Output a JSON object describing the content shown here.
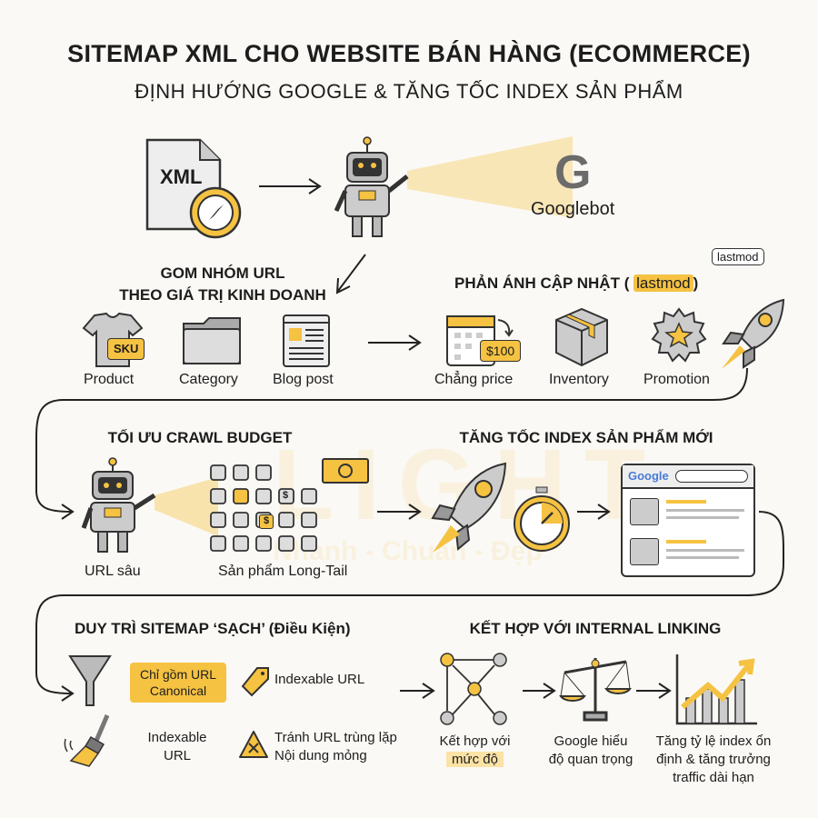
{
  "title": "SITEMAP XML CHO WEBSITE BÁN HÀNG (ECOMMERCE)",
  "subtitle": "ĐỊNH HƯỚNG GOOGLE & TĂNG TỐC INDEX SẢN PHẨM",
  "watermark": {
    "logo": "LIGHT",
    "slogan": "Nhanh - Chuẩn - Đẹp"
  },
  "accent_color": "#f5c242",
  "top": {
    "xml_label": "XML",
    "google_letter": "G",
    "googlebot_label": "Googlebot"
  },
  "group_urls": {
    "heading_line1": "GOM NHÓM URL",
    "heading_line2": "THEO GIÁ TRỊ KINH DOANH",
    "sku_tag": "SKU",
    "items": [
      {
        "label": "Product",
        "icon": "tshirt-icon"
      },
      {
        "label": "Category",
        "icon": "folder-icon"
      },
      {
        "label": "Blog post",
        "icon": "blog-post-icon"
      }
    ]
  },
  "lastmod": {
    "heading_prefix": "PHẢN ÁNH CẬP NHẬT (",
    "heading_highlight": "lastmod",
    "heading_suffix": ")",
    "bubble": "lastmod",
    "price_tag": "$100",
    "items": [
      {
        "label": "Chẳng price",
        "icon": "calendar-icon"
      },
      {
        "label": "Inventory",
        "icon": "box-icon"
      },
      {
        "label": "Promotion",
        "icon": "star-badge-icon"
      }
    ]
  },
  "crawl_budget": {
    "heading": "TỐI ƯU CRAWL BUDGET",
    "robot_label": "URL sâu",
    "grid_label": "Sản phẩm Long-Tail",
    "dollar": "$"
  },
  "fast_index": {
    "heading": "TĂNG TỐC INDEX SẢN PHẨM MỚI",
    "google_logo": "Google"
  },
  "clean_sitemap": {
    "heading": "DUY TRÌ SITEMAP ‘SẠCH’ (Điều Kiện)",
    "canonical_tag_line1": "Chỉ gồm URL",
    "canonical_tag_line2": "Canonical",
    "indexable_tag": "Indexable URL",
    "broom_line1": "Indexable",
    "broom_line2": "URL",
    "avoid_line1": "Tránh URL trùng lặp",
    "avoid_line2": "Nội dung mỏng"
  },
  "internal_linking": {
    "heading": "KẾT HỢP VỚI INTERNAL LINKING",
    "step1_line1": "Kết hợp với",
    "step1_line2": "mức độ",
    "step2_line1": "Google hiểu",
    "step2_line2": "độ quan trọng",
    "step3_line1": "Tăng tỷ lệ index ổn",
    "step3_line2": "định & tăng trưởng",
    "step3_line3": "traffic dài hạn"
  }
}
